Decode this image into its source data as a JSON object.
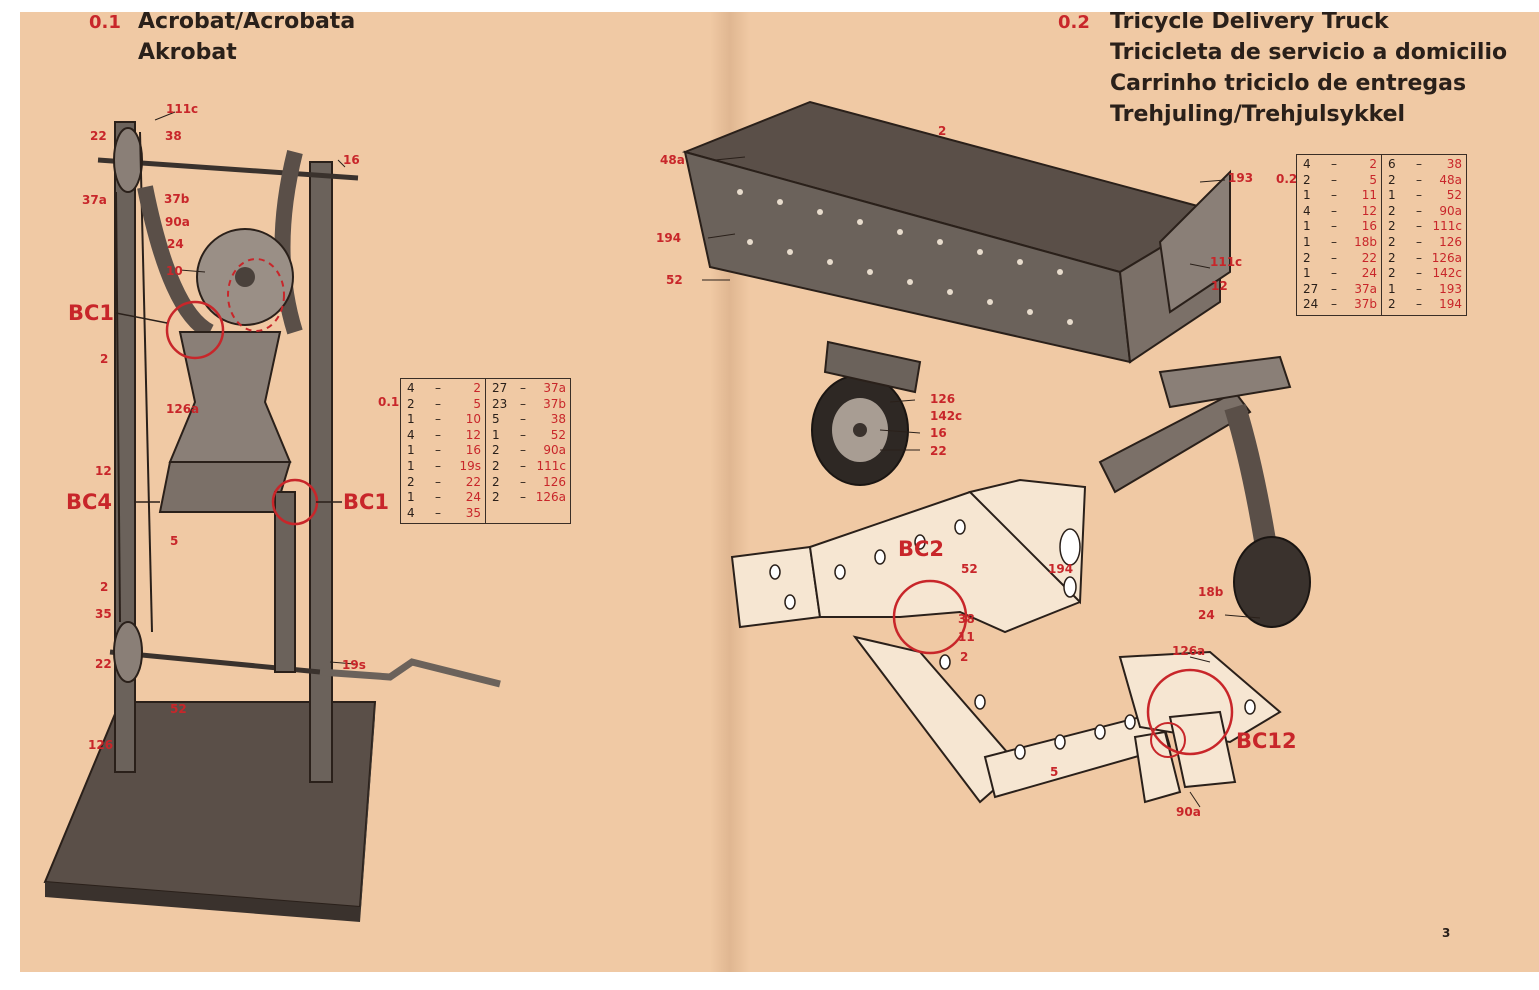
{
  "left": {
    "number": "0.1",
    "title_lines": [
      "Acrobat/Acrobata",
      "Akrobat"
    ],
    "table_id": "0.1",
    "parts_col1": [
      {
        "qty": "4",
        "part": "2"
      },
      {
        "qty": "2",
        "part": "5"
      },
      {
        "qty": "1",
        "part": "10"
      },
      {
        "qty": "4",
        "part": "12"
      },
      {
        "qty": "1",
        "part": "16"
      },
      {
        "qty": "1",
        "part": "19s"
      },
      {
        "qty": "2",
        "part": "22"
      },
      {
        "qty": "1",
        "part": "24"
      },
      {
        "qty": "4",
        "part": "35"
      }
    ],
    "parts_col2": [
      {
        "qty": "27",
        "part": "37a"
      },
      {
        "qty": "23",
        "part": "37b"
      },
      {
        "qty": "5",
        "part": "38"
      },
      {
        "qty": "1",
        "part": "52"
      },
      {
        "qty": "2",
        "part": "90a"
      },
      {
        "qty": "2",
        "part": "111c"
      },
      {
        "qty": "2",
        "part": "126"
      },
      {
        "qty": "2",
        "part": "126a"
      }
    ],
    "labels": {
      "l111c": "111c",
      "l22a": "22",
      "l38": "38",
      "l16": "16",
      "l37a": "37a",
      "l37b": "37b",
      "l90a": "90a",
      "l24": "24",
      "l10": "10",
      "l2a": "2",
      "l126a": "126a",
      "l12": "12",
      "l5": "5",
      "l2b": "2",
      "l35": "35",
      "l22b": "22",
      "l19s": "19s",
      "l52": "52",
      "l126": "126"
    },
    "bc_labels": {
      "bc1_top": "BC1",
      "bc4": "BC4",
      "bc1_right": "BC1"
    }
  },
  "right": {
    "number": "0.2",
    "title_lines": [
      "Tricycle Delivery Truck",
      "Tricicleta de servicio a domicilio",
      "Carrinho triciclo de entregas",
      "Trehjuling/Trehjulsykkel"
    ],
    "table_id": "0.2",
    "parts_col1": [
      {
        "qty": "4",
        "part": "2"
      },
      {
        "qty": "2",
        "part": "5"
      },
      {
        "qty": "1",
        "part": "11"
      },
      {
        "qty": "4",
        "part": "12"
      },
      {
        "qty": "1",
        "part": "16"
      },
      {
        "qty": "1",
        "part": "18b"
      },
      {
        "qty": "2",
        "part": "22"
      },
      {
        "qty": "1",
        "part": "24"
      },
      {
        "qty": "27",
        "part": "37a"
      },
      {
        "qty": "24",
        "part": "37b"
      }
    ],
    "parts_col2": [
      {
        "qty": "6",
        "part": "38"
      },
      {
        "qty": "2",
        "part": "48a"
      },
      {
        "qty": "1",
        "part": "52"
      },
      {
        "qty": "2",
        "part": "90a"
      },
      {
        "qty": "2",
        "part": "111c"
      },
      {
        "qty": "2",
        "part": "126"
      },
      {
        "qty": "2",
        "part": "126a"
      },
      {
        "qty": "2",
        "part": "142c"
      },
      {
        "qty": "1",
        "part": "193"
      },
      {
        "qty": "2",
        "part": "194"
      }
    ],
    "labels": {
      "r2": "2",
      "r48a": "48a",
      "r193": "193",
      "r194": "194",
      "r111c": "111c",
      "r12": "12",
      "r52": "52",
      "r126": "126",
      "r142c": "142c",
      "r16": "16",
      "r22": "22",
      "r18b": "18b",
      "r24": "24",
      "d52": "52",
      "d194": "194",
      "d38": "38",
      "d11": "11",
      "d2": "2",
      "d126a": "126a",
      "d5": "5",
      "d90a": "90a"
    },
    "bc_labels": {
      "bc2": "BC2",
      "bc12": "BC12"
    }
  },
  "page_number": "3",
  "colors": {
    "paper": "#f0c9a4",
    "accent_red": "#c8262a",
    "ink": "#2a201a"
  }
}
